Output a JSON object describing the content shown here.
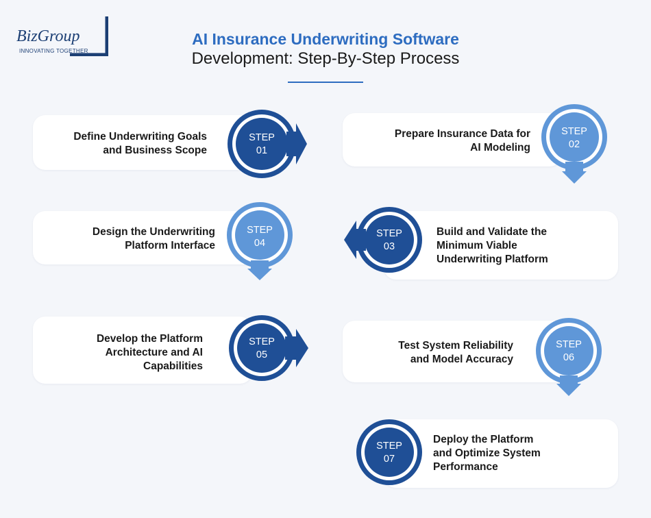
{
  "brand": {
    "name": "BizGroup",
    "tagline": "INNOVATING TOGETHER"
  },
  "header": {
    "title_line1": "AI Insurance Underwriting Software",
    "title_line2": "Development: Step-By-Step Process"
  },
  "steps": [
    {
      "word": "STEP",
      "num": "01",
      "lines": [
        "Define Underwriting Goals",
        "and Business Scope"
      ]
    },
    {
      "word": "STEP",
      "num": "02",
      "lines": [
        "Prepare Insurance Data for",
        "AI Modeling"
      ]
    },
    {
      "word": "STEP",
      "num": "03",
      "lines": [
        "Build and Validate the",
        "Minimum Viable",
        "Underwriting Platform"
      ]
    },
    {
      "word": "STEP",
      "num": "04",
      "lines": [
        "Design the Underwriting",
        "Platform Interface"
      ]
    },
    {
      "word": "STEP",
      "num": "05",
      "lines": [
        "Develop the Platform",
        "Architecture and AI",
        "Capabilities"
      ]
    },
    {
      "word": "STEP",
      "num": "06",
      "lines": [
        "Test System Reliability",
        "and Model Accuracy"
      ]
    },
    {
      "word": "STEP",
      "num": "07",
      "lines": [
        "Deploy the Platform",
        "and Optimize System",
        "Performance"
      ]
    }
  ],
  "colors": {
    "dark_blue": "#1f4f96",
    "light_blue": "#5f97d8",
    "accent_title": "#2d6cc0"
  }
}
